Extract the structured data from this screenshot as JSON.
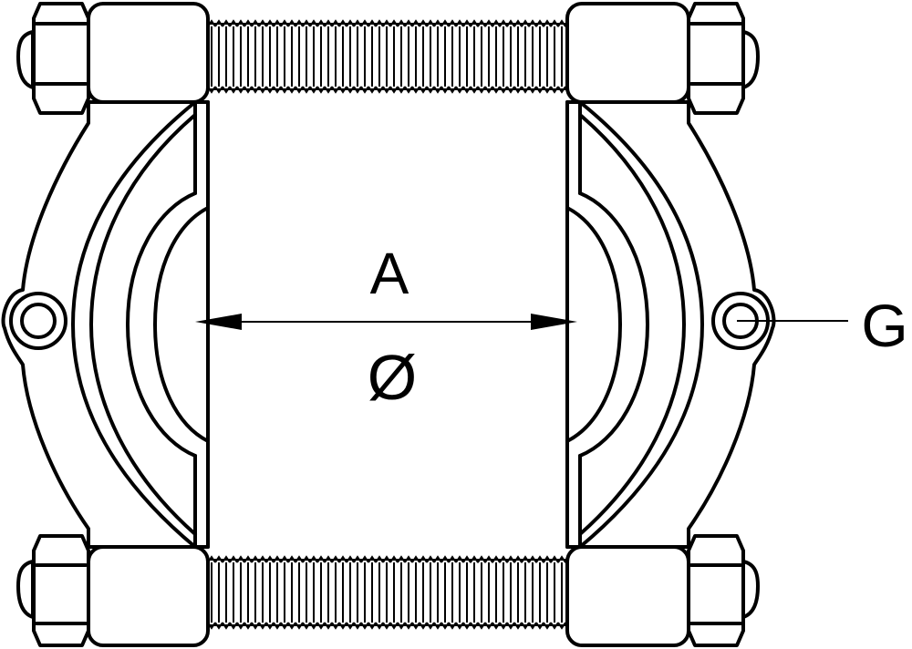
{
  "diagram": {
    "subject": "bearing separator / splitter",
    "labels": {
      "dimension": "A",
      "diameter_symbol": "Ø",
      "callout": "G"
    },
    "colors": {
      "line": "#000000",
      "background": "#ffffff"
    },
    "parts": [
      "left-half-jaw",
      "right-half-jaw",
      "top-threaded-rod",
      "bottom-threaded-rod",
      "top-left-nut",
      "top-right-nut",
      "bottom-left-nut",
      "bottom-right-nut",
      "left-pivot-hole",
      "right-pivot-hole",
      "dimension-arrow"
    ]
  }
}
